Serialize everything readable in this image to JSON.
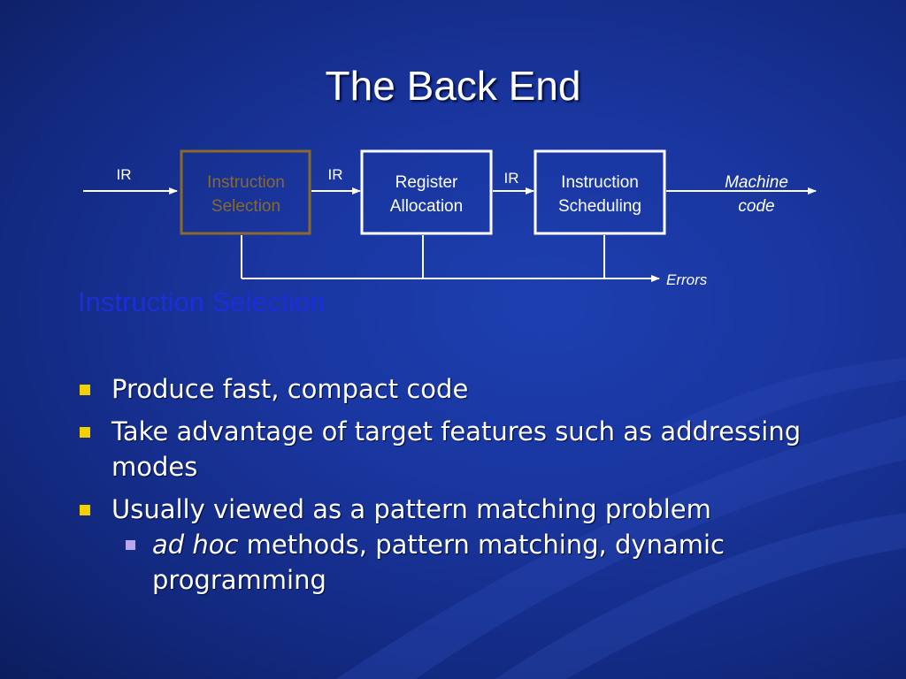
{
  "slide": {
    "title": "The Back End",
    "diagram": {
      "boxes": [
        {
          "line1": "Instruction",
          "line2": "Selection",
          "highlighted": true
        },
        {
          "line1": "Register",
          "line2": "Allocation",
          "highlighted": false
        },
        {
          "line1": "Instruction",
          "line2": "Scheduling",
          "highlighted": false
        }
      ],
      "ir_labels": [
        "IR",
        "IR",
        "IR"
      ],
      "output_line1": "Machine",
      "output_line2": "code",
      "errors_label": "Errors",
      "highlight_color": "#8a6a2a",
      "box_color": "#ffffff"
    },
    "section_heading": "Instruction Selection",
    "bullets": [
      {
        "text": "Produce fast, compact code"
      },
      {
        "text": "Take advantage of target features  such as addressing modes"
      },
      {
        "text": "Usually viewed as a pattern matching problem",
        "sub": [
          {
            "italic": "ad hoc",
            "text": " methods, pattern matching, dynamic programming"
          }
        ]
      }
    ],
    "colors": {
      "background": "#1a36a0",
      "heading": "#1a2fd8",
      "bullet_marker": "#f5d000",
      "sub_bullet_marker": "#b9a8ec"
    }
  }
}
